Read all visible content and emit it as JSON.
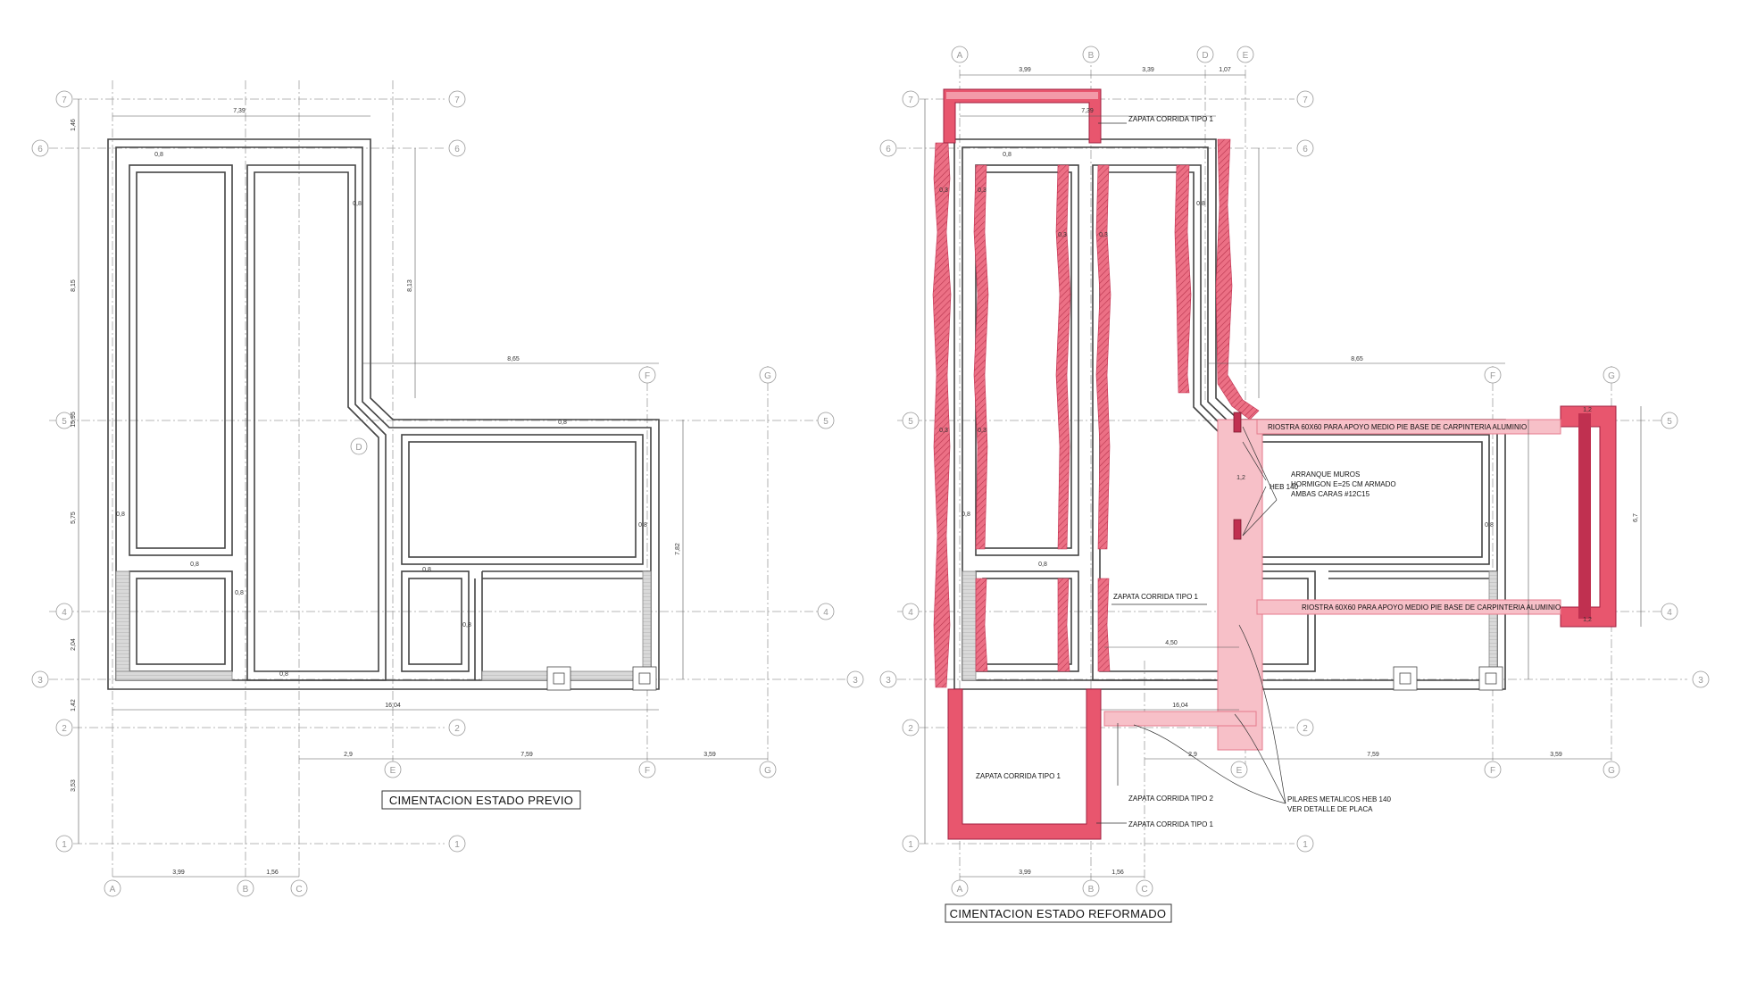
{
  "colors": {
    "new_footing": "#e8566e",
    "new_footing_light": "#f7c0c8",
    "line": "#444444",
    "axis": "#9a9a9a"
  },
  "grid_labels": {
    "row_7": "7",
    "row_6": "6",
    "row_5": "5",
    "row_4": "4",
    "row_3": "3",
    "row_2": "2",
    "row_1": "1",
    "col_a": "A",
    "col_b": "B",
    "col_c": "C",
    "col_d": "D",
    "col_e": "E",
    "col_f": "F",
    "col_g": "G"
  },
  "left": {
    "title": "CIMENTACION ESTADO PREVIO",
    "dims": {
      "top_width": "7,39",
      "d146": "1,46",
      "d815": "8,15",
      "d1595": "15,95",
      "d575": "5,75",
      "d204": "2,04",
      "d142": "1,42",
      "d353": "3,53",
      "d813": "8,13",
      "d865": "8,65",
      "d782": "7,82",
      "d1604": "16,04",
      "bot_a": "3,99",
      "bot_b": "1,56",
      "d29": "2,9",
      "d759": "7,59",
      "d359": "3,59",
      "w08": "0,8"
    }
  },
  "right": {
    "title": "CIMENTACION ESTADO REFORMADO",
    "dims": {
      "top_a": "3,99",
      "top_b": "3,39",
      "top_c": "1,07",
      "top_width": "7,39",
      "d865": "8,65",
      "d1604": "16,04",
      "d12": "1,2",
      "d67": "6,7",
      "d45": "4,50",
      "d29": "2,9",
      "d759": "7,59",
      "d359": "3,59",
      "bot_a": "3,99",
      "bot_b": "1,56",
      "w08": "0,8",
      "w03": "0,3"
    },
    "labels": {
      "zapata_1": "ZAPATA CORRIDA TIPO 1",
      "zapata_2": "ZAPATA CORRIDA TIPO 2",
      "riostra": "RIOSTRA 60X60 PARA APOYO MEDIO PIE BASE DE CARPINTERIA ALUMINIO",
      "heb": "HEB 140",
      "arranque_1": "ARRANQUE MUROS",
      "arranque_2": "HORMIGON E=25 CM ARMADO",
      "arranque_3": "AMBAS CARAS #12C15",
      "pilares_1": "PILARES METALICOS HEB 140",
      "pilares_2": "VER DETALLE DE PLACA"
    }
  }
}
